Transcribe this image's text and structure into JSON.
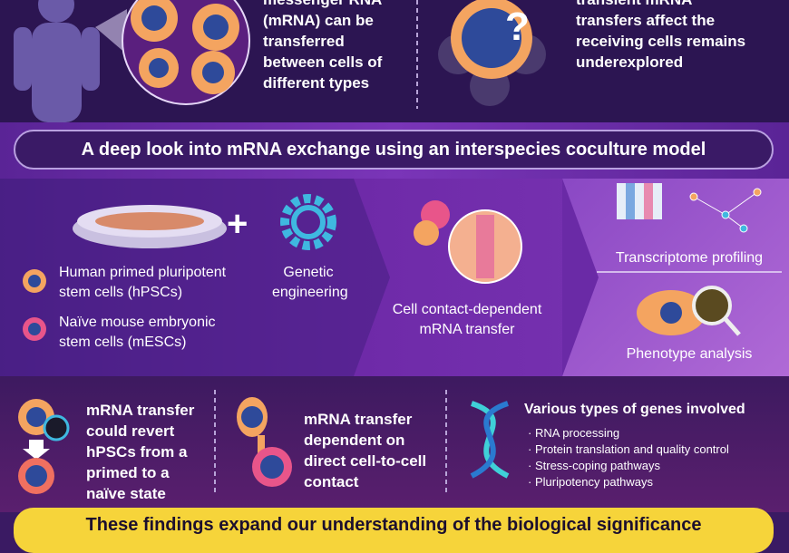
{
  "top": {
    "left_text": [
      "messenger RNA",
      "(mRNA) can be",
      "transferred",
      "between cells of",
      "different types"
    ],
    "right_text": [
      "transient mRNA",
      "transfers affect the",
      "receiving cells remains",
      "underexplored"
    ],
    "question_mark": "?"
  },
  "title": "A deep look into mRNA exchange using an interspecies coculture model",
  "middle": {
    "plus": "+",
    "hpsc": [
      "Human primed pluripotent",
      "stem cells (hPSCs)"
    ],
    "mesc": [
      "Naïve mouse embryonic",
      "stem cells (mESCs)"
    ],
    "genetic": [
      "Genetic",
      "engineering"
    ],
    "transfer": [
      "Cell contact-dependent",
      "mRNA transfer"
    ],
    "transcriptome": "Transcriptome profiling",
    "phenotype": "Phenotype analysis"
  },
  "bottom": {
    "revert": [
      "mRNA transfer",
      "could revert",
      "hPSCs from a",
      "primed to a",
      "naïve state"
    ],
    "contact": [
      "mRNA transfer",
      "dependent on",
      "direct cell-to-cell",
      "contact"
    ],
    "genes_title": "Various types of genes involved",
    "genes": [
      "RNA processing",
      "Protein translation and quality control",
      "Stress-coping pathways",
      "Pluripotency pathways"
    ]
  },
  "banner": "These findings expand our understanding of the biological significance",
  "colors": {
    "dark_purple": "#2c1552",
    "band_purple": "#7a35b8",
    "banner_yellow": "#f6d43a",
    "cell_orange": "#f4a460",
    "nucleus_blue": "#2e4a9a",
    "mesc_pink": "#e8558a"
  }
}
